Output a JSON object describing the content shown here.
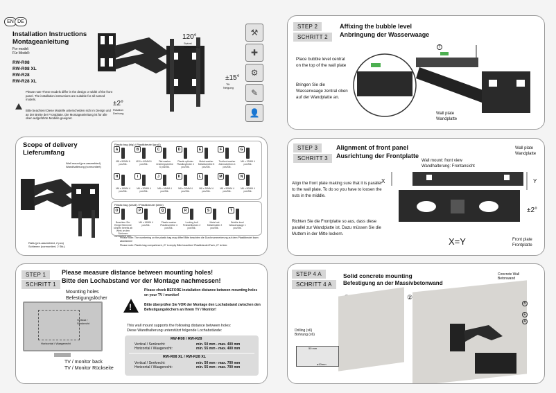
{
  "header": {
    "lang_en": "EN",
    "lang_de": "DE",
    "title_en": "Installation Instructions",
    "title_de": "Montageanleitung",
    "for_model_en": "For model:",
    "for_model_de": "Für Modell:",
    "models": [
      "RW-R08",
      "RW-R08 XL",
      "RW-R28",
      "RW-R28 XL"
    ],
    "swivel_value": "120°",
    "swivel_en": "Swivel",
    "swivel_de": "Schwenkung",
    "tilt_value": "±15°",
    "tilt_en": "Tilt",
    "tilt_de": "Neigung",
    "rotation_value": "±2°",
    "rotation_en": "Rotation",
    "rotation_de": "Drehung",
    "note_en": "Please note These models differ in the design or width of the front panel. The installation instructions are suitable for all named models.",
    "note_de": "Bitte beachten! Diese Modelle unterscheiden sich im Design und an der Breite der Frontplatte. Die Montageanleitung ist für alle oben aufgeführte Modelle geeignet."
  },
  "scope": {
    "title_en": "Scope of delivery",
    "title_de": "Lieferumfang",
    "wall_mount": "Wall mount (pre-assembled)",
    "wall_mount_de": "Wandhalterung (vormontiert)",
    "rails": "Rails (pre-assembled, 2 pcs)",
    "rails_de": "Schienen (vormontiert, 2 Stk.)",
    "bag_big": "Plastic bag (big) / Plastikbeutel (groß)",
    "bag_small": "Plastic bag (small) / Plastikbeutel (klein)",
    "parts_big": [
      {
        "id": "A",
        "cap": "Ø8 x 50MM 6 pcs/Stk."
      },
      {
        "id": "B",
        "cap": "Ø10 x 60MM 6 pcs/Stk."
      },
      {
        "id": "C",
        "cap": "Flat washer Unterlegscheibe 6 pcs/Stk."
      },
      {
        "id": "D",
        "cap": "Plastic cylinder Plastikzylinder 4 pcs/Stk."
      },
      {
        "id": "E",
        "cap": "Metal washer Metallscheibe 8 pcs/Stk."
      },
      {
        "id": "F",
        "cap": "Toothed washer Zahnscheiben 4 pcs/Stk."
      },
      {
        "id": "G",
        "cap": "M6 x 12MM 4 pcs/Stk."
      },
      {
        "id": "H",
        "cap": "M6 x 16MM 4 pcs/Stk."
      },
      {
        "id": "I",
        "cap": "M6 x 30MM 4 pcs/Stk."
      },
      {
        "id": "J",
        "cap": "M8 x 16MM 4 pcs/Stk."
      },
      {
        "id": "K",
        "cap": "M8 x 20MM 4 pcs/Stk."
      },
      {
        "id": "L",
        "cap": "M8 x 30MM 4 pcs/Stk."
      },
      {
        "id": "M",
        "cap": "M8 x 50MM 4 pcs/Stk."
      },
      {
        "id": "N",
        "cap": "M6 x 50MM 4 pcs/Stk."
      }
    ],
    "parts_small": [
      {
        "id": "O",
        "cap": "Beachten Sie: Einige Elemente können bereits ab Werk an den Schienen vormontiert sein."
      },
      {
        "id": "P",
        "cap": "M6 x 16MM 4 pcs/Stk."
      },
      {
        "id": "Q",
        "cap": "Plastic washer Plastikscheibe 4 pcs/Stk."
      },
      {
        "id": "R",
        "cap": "Locking bolt Feststellbolzen 2 pcs/Stk."
      },
      {
        "id": "S",
        "cap": "Metal nut Metallmutter 2 pcs/Stk."
      },
      {
        "id": "T",
        "cap": "Bubble level Wasserwaage 1 pcs/Stk."
      }
    ],
    "note1": "Please note: The numbering on the plastic bag may differ! Bitte beachten die Durchnummerierung auf dem Plastikbeutel kann abweichen!",
    "note2": "Please note: Plastic bag compartment „O\" is empty Bitte beachten! Plastikbeutel-Fach „O\" ist leer."
  },
  "step1": {
    "tag_en": "STEP 1",
    "tag_de": "SCHRITT 1",
    "title_en": "Please measure distance between mounting holes!",
    "title_de": "Bitte den Lochabstand vor der Montage nachmessen!",
    "holes_en": "Mounting holes",
    "holes_de": "Befestigungslöcher",
    "vertical": "Vertical / Senkrecht",
    "horizontal": "Horizontal / Waagerecht",
    "tv_back": "TV / monitor back",
    "tv_back_de": "TV / Monitor Rückseite",
    "warn_en": "Please check BEFORE installation distance between mounting holes on your TV / monitor!",
    "warn_de": "Bitte überprüfen Sie VOR der Montage den Lochabstand zwischen den Befestigungslöchern an Ihrem TV / Monitor!",
    "support_en": "This wall mount supports the following distance between holes:",
    "support_de": "Diese Wandhalterung unterstützt folgende Lochabstände:",
    "model_a": "RW-R08 / RW-R28",
    "model_b": "RW-R08 XL / RW-R28 XL",
    "vert_label": "Vertical / Senkrecht:",
    "horz_label": "Horizontal / Waagerecht:",
    "a_vert": "min. 50 mm - max. 400 mm",
    "a_horz": "min. 55 mm - max. 400 mm",
    "b_vert": "min. 50 mm - max. 700 mm",
    "b_horz": "min. 55 mm - max. 700 mm"
  },
  "step2": {
    "tag_en": "STEP 2",
    "tag_de": "SCHRITT 2",
    "title_en": "Affixing the bubble level",
    "title_de": "Anbringung der Wasserwaage",
    "text_en": "Place bubble level central on the top of the wall plate",
    "text_de": "Bringen Sie die Wasserwaage zentral oben auf der Wandplatte an.",
    "label_t": "T",
    "wall_plate": "Wall plate",
    "wall_plate_de": "Wandplatte"
  },
  "step3": {
    "tag_en": "STEP 3",
    "tag_de": "SCHRITT 3",
    "title_en": "Alignment of front panel",
    "title_de": "Ausrichtung der Frontplatte",
    "wall_plate": "Wall plate",
    "wall_plate_de": "Wandplatte",
    "front_view": "Wall mount: front view",
    "front_view_de": "Wandhalterung: Frontansicht",
    "x": "X",
    "y": "Y",
    "rot": "±2°",
    "text_en": "Align the front plate making sure that it is parallel to the wall plate. To do so you have to loosen the nuts in the middle.",
    "text_de": "Richten Sie die Frontplatte so aus, dass diese parallel zur Wandplatte ist. Dazu müssen Sie die Muttern in der Mitte lockern.",
    "xy": "X=Y",
    "front_plate": "Front plate",
    "front_plate_de": "Frontplatte"
  },
  "step4": {
    "tag_en": "STEP 4 A",
    "tag_de": "SCHRITT 4 A",
    "title_en": "Solid concrete mounting",
    "title_de": "Befestigung an der Massivbetonwand",
    "concrete": "Concrete Wall",
    "concrete_de": "Betonwand",
    "drilling": "Drilling (x6)",
    "drilling_de": "Bohrung (x6)",
    "depth": "50 mm",
    "dia": "ø10mm",
    "n1": "①",
    "n2": "②",
    "lb": "B",
    "le": "E",
    "la": "A"
  }
}
